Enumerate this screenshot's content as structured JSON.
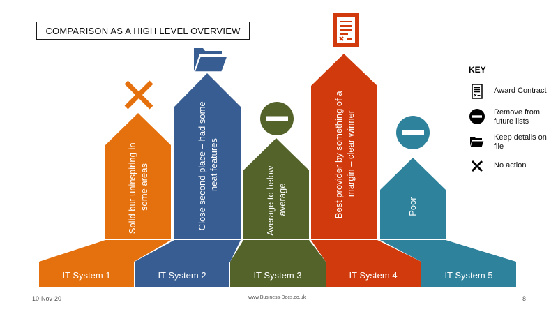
{
  "title": "COMPARISON AS A HIGH LEVEL OVERVIEW",
  "columns": [
    {
      "system": "IT System 1",
      "line1": "Solid but  uninspiring in",
      "line2": "some areas",
      "color": "#E5700E",
      "icon": "cross-icon"
    },
    {
      "system": "IT System 2",
      "line1": "Close second place – had some",
      "line2": "neat features",
      "color": "#375D92",
      "icon": "folder-icon"
    },
    {
      "system": "IT System 3",
      "line1": "Average to below",
      "line2": "average",
      "color": "#53632A",
      "icon": "minus-circle-icon"
    },
    {
      "system": "IT System 4",
      "line1": "Best provider by something of a",
      "line2": "margin – clear winner",
      "color": "#D03A0C",
      "icon": "contract-icon"
    },
    {
      "system": "IT System 5",
      "line1": "Poor",
      "line2": "",
      "color": "#2E829B",
      "icon": "minus-circle-icon"
    }
  ],
  "key": {
    "title": "KEY",
    "items": [
      {
        "icon": "contract-icon",
        "label": "Award Contract"
      },
      {
        "icon": "minus-circle-icon",
        "label": "Remove from future lists"
      },
      {
        "icon": "folder-icon",
        "label": "Keep details on file"
      },
      {
        "icon": "cross-icon",
        "label": "No action"
      }
    ]
  },
  "footer": {
    "date": "10-Nov-20",
    "site": "www.Business-Docs.co.uk",
    "page": "8"
  }
}
